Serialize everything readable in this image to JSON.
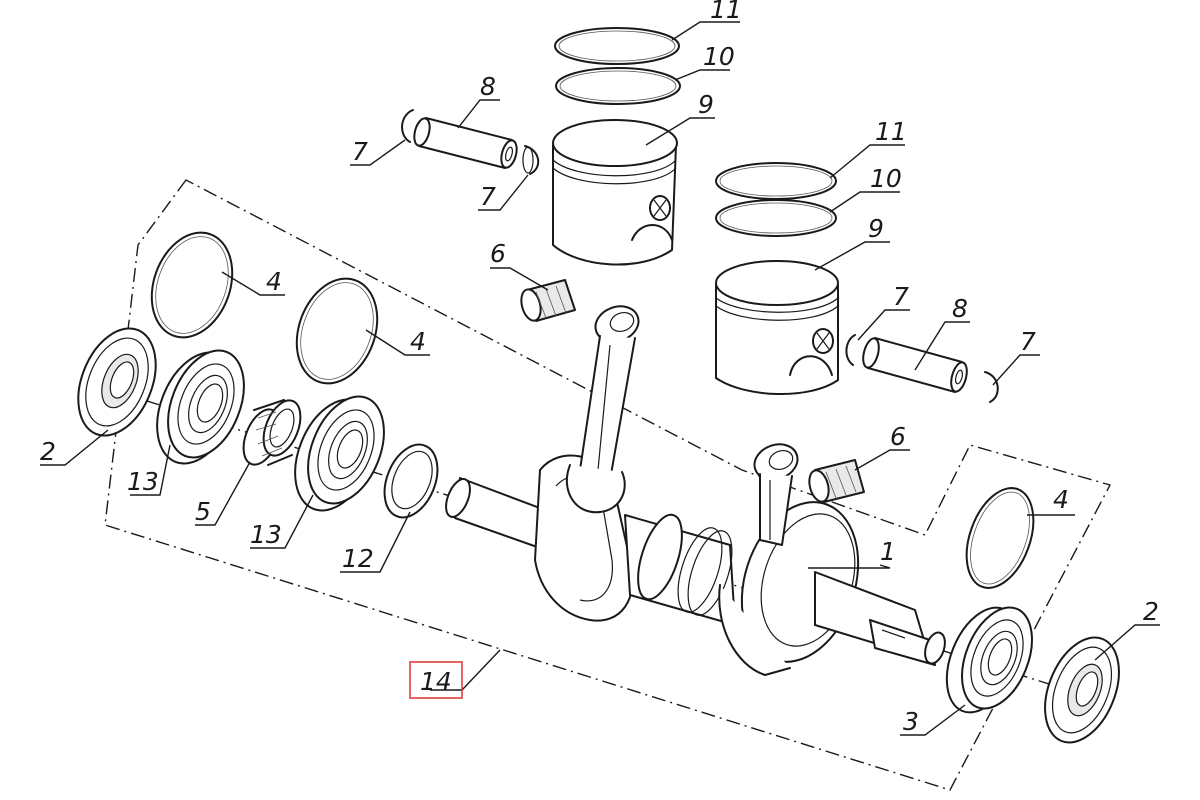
{
  "labels": {
    "l1": "1",
    "l2a": "2",
    "l2b": "2",
    "l3": "3",
    "l4a": "4",
    "l4b": "4",
    "l4c": "4",
    "l5": "5",
    "l6a": "6",
    "l6b": "6",
    "l7a": "7",
    "l7b": "7",
    "l7c": "7",
    "l7d": "7",
    "l8a": "8",
    "l8b": "8",
    "l9a": "9",
    "l9b": "9",
    "l10a": "10",
    "l10b": "10",
    "l11a": "11",
    "l11b": "11",
    "l12": "12",
    "l13a": "13",
    "l13b": "13",
    "l14": "14"
  },
  "colors": {
    "line": "#1a1a1a",
    "highlight": "#dd3333",
    "background": "#ffffff"
  }
}
